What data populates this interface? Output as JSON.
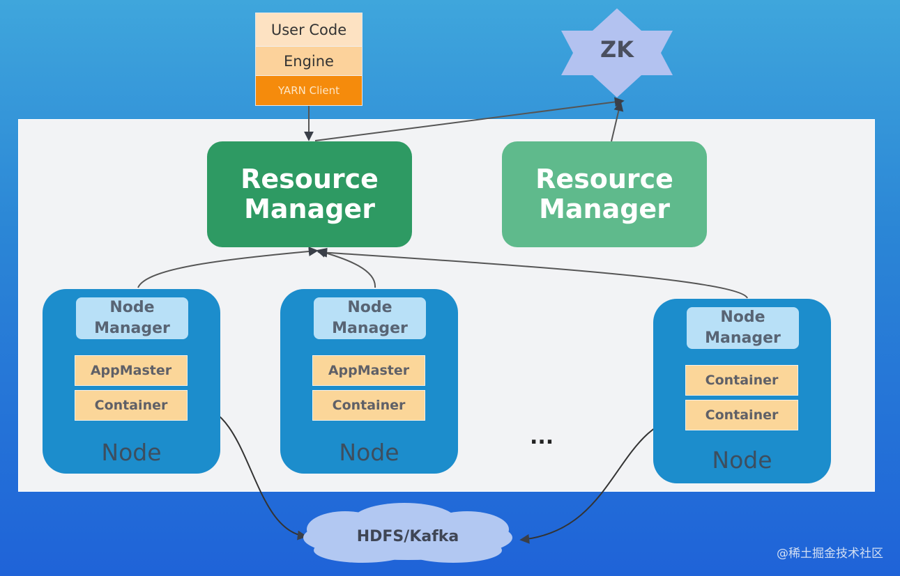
{
  "client": {
    "user_code": "User Code",
    "engine": "Engine",
    "yarn_client": "YARN Client"
  },
  "zk": {
    "label": "ZK"
  },
  "resource_managers": [
    {
      "line1": "Resource",
      "line2": "Manager",
      "state": "active"
    },
    {
      "line1": "Resource",
      "line2": "Manager",
      "state": "standby"
    }
  ],
  "nodes": [
    {
      "node_manager_1": "Node",
      "node_manager_2": "Manager",
      "slot1": "AppMaster",
      "slot2": "Container",
      "label": "Node"
    },
    {
      "node_manager_1": "Node",
      "node_manager_2": "Manager",
      "slot1": "AppMaster",
      "slot2": "Container",
      "label": "Node"
    },
    {
      "node_manager_1": "Node",
      "node_manager_2": "Manager",
      "slot1": "Container",
      "slot2": "Container",
      "label": "Node"
    }
  ],
  "ellipsis": "...",
  "storage": {
    "label": "HDFS/Kafka"
  },
  "watermark": "@稀土掘金技术社区",
  "colors": {
    "rm_active": "#2e9a63",
    "rm_standby": "#5fba8c",
    "node_bg": "#1c8dcc",
    "node_manager_bg": "#b8e0f7",
    "container_bg": "#fbd699",
    "yarn_client_bg": "#f58b0c",
    "zk_star": "#b3c2f0",
    "cloud": "#b2c8f2"
  }
}
